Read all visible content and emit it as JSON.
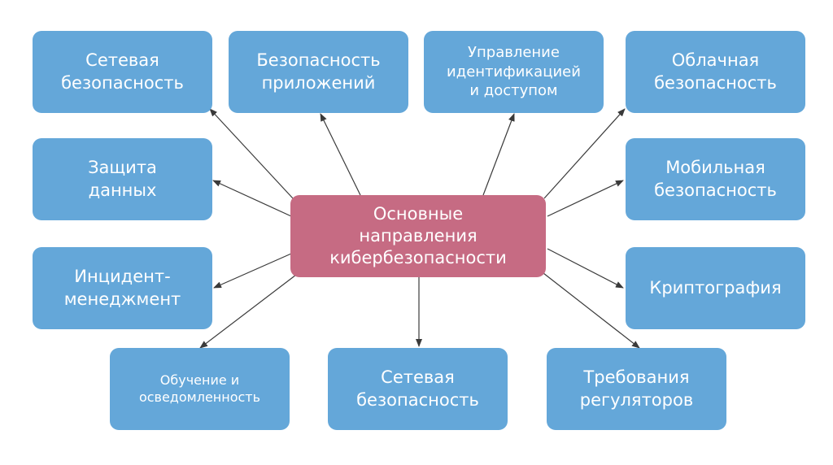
{
  "diagram": {
    "center": {
      "label": "Основные\nнаправления\nкибербезопасности"
    },
    "nodes": [
      {
        "key": "network-security-top",
        "label": "Сетевая\nбезопасность"
      },
      {
        "key": "app-security",
        "label": "Безопасность\nприложений"
      },
      {
        "key": "iam",
        "label": "Управление\nидентификацией\nи доступом"
      },
      {
        "key": "cloud-security",
        "label": "Облачная\nбезопасность"
      },
      {
        "key": "data-protection",
        "label": "Защита\nданных"
      },
      {
        "key": "mobile-security",
        "label": "Мобильная\nбезопасность"
      },
      {
        "key": "incident-management",
        "label": "Инцидент-\nменеджмент"
      },
      {
        "key": "cryptography",
        "label": "Криптография"
      },
      {
        "key": "training-awareness",
        "label": "Обучение и\nосведомленность"
      },
      {
        "key": "network-security-bottom",
        "label": "Сетевая\nбезопасность"
      },
      {
        "key": "regulatory-requirements",
        "label": "Требования\nрегуляторов"
      }
    ],
    "colors": {
      "node_fill": "#64a7d9",
      "center_fill": "#c66b83",
      "text": "#ffffff",
      "arrow": "#3a3a3a"
    }
  }
}
